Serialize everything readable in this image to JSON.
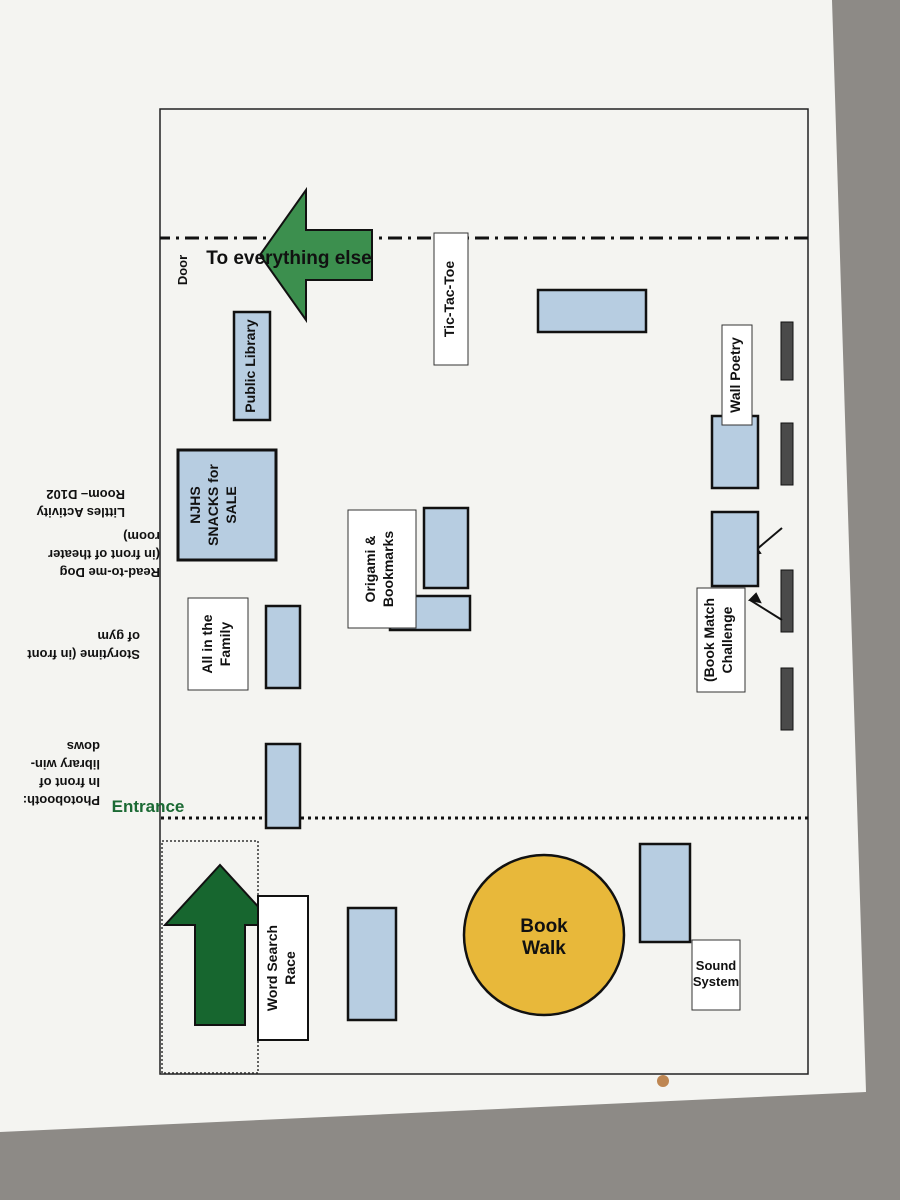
{
  "map": {
    "door": "Door",
    "to_everything_else": "To everything else",
    "public_library": "Public Library",
    "njhs_snacks": [
      "NJHS",
      "SNACKS for",
      "SALE"
    ],
    "all_in_the_family": [
      "All in the",
      "Family"
    ],
    "tic_tac_toe": "Tic-Tac-Toe",
    "wall_poetry": "Wall Poetry",
    "origami": [
      "Origami &",
      "Bookmarks"
    ],
    "book_match": [
      "(Book Match",
      "Challenge"
    ],
    "entrance": "Entrance",
    "book_walk": [
      "Book",
      "Walk"
    ],
    "sound_system": [
      "Sound",
      "System"
    ],
    "word_search": [
      "Word Search",
      "Race"
    ]
  },
  "side_notes": {
    "photobooth": [
      "Photobooth:",
      "In front of",
      "library win-",
      "dows"
    ],
    "storytime": [
      "Storytime (in front",
      "of gym"
    ],
    "read_to_me": [
      "Read-to-me Dog",
      "(in front of theater",
      "room)"
    ],
    "littles": [
      "Littles Activity",
      "Room– D102"
    ]
  },
  "colors": {
    "paper": "#f4f4f1",
    "table_fill": "#b7cde1",
    "arrow_green": "#3c8f4e",
    "arrow_dark_green": "#17662f",
    "book_walk_gold": "#e8b83a",
    "entrance_green": "#1b6a34"
  }
}
